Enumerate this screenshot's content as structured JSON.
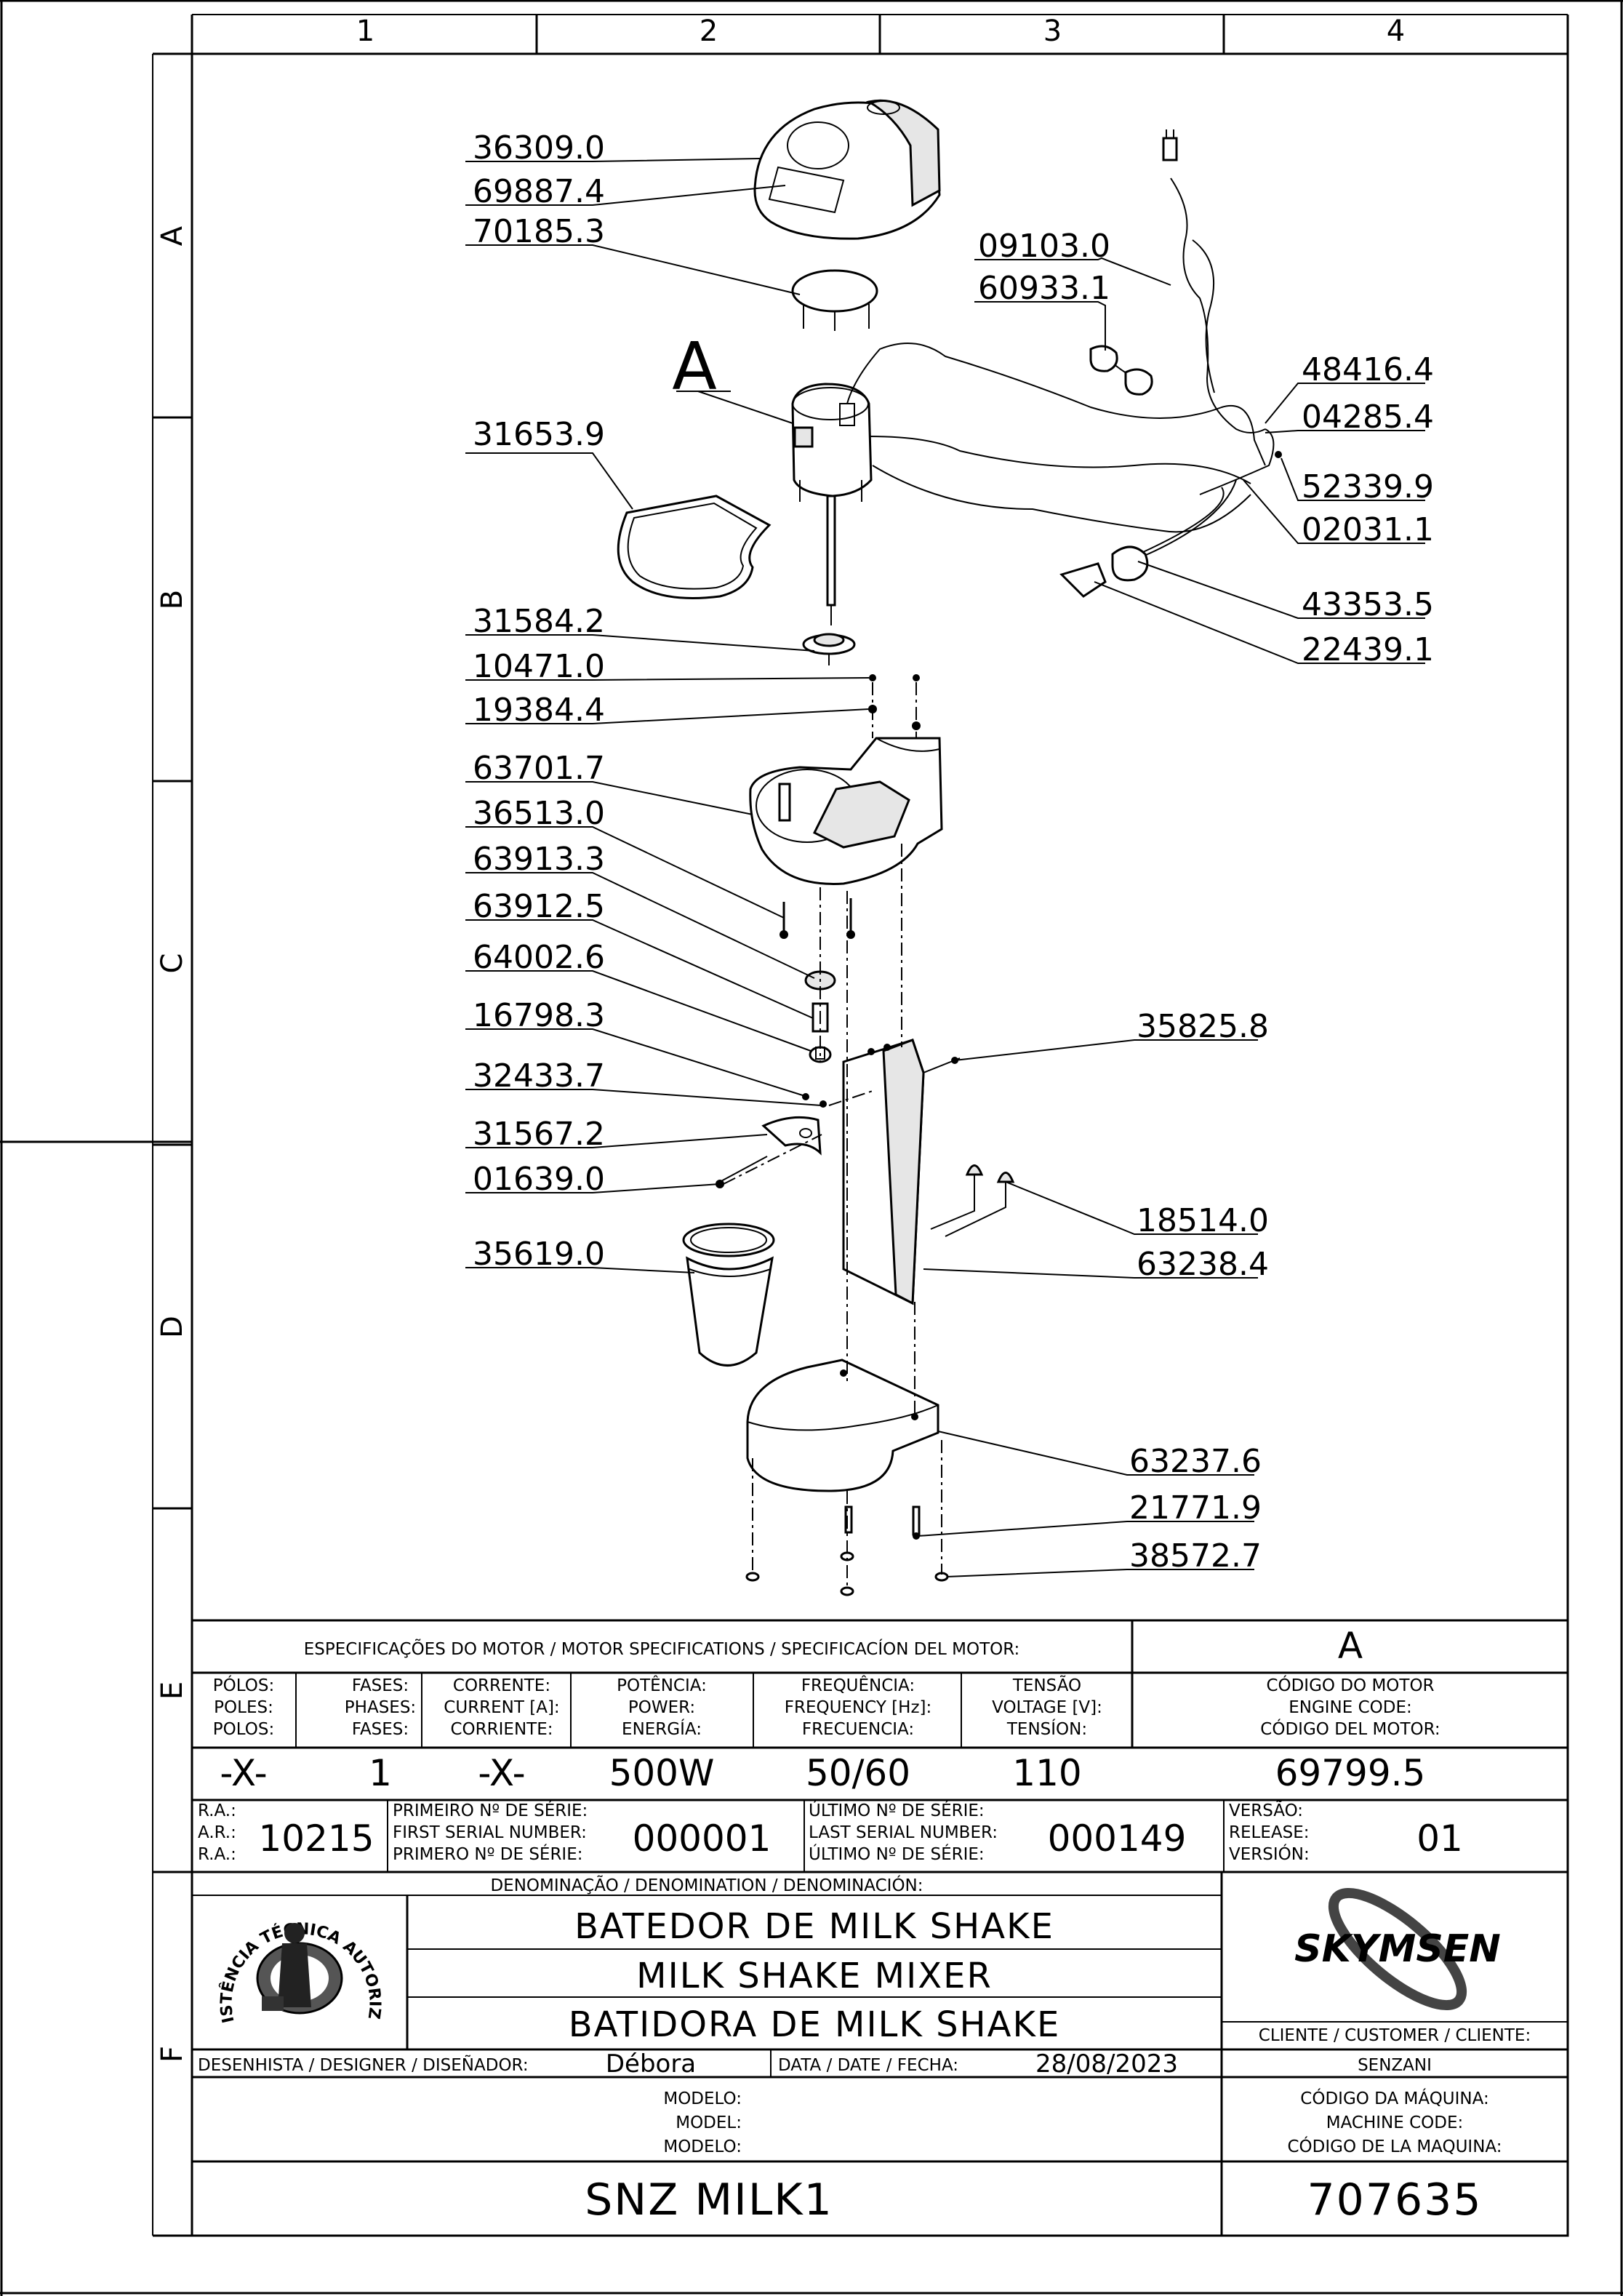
{
  "grid": {
    "columns": [
      "1",
      "2",
      "3",
      "4"
    ],
    "rows": [
      "A",
      "B",
      "C",
      "D",
      "E",
      "F"
    ]
  },
  "detail_label": "A",
  "part_numbers": {
    "cover": "36309.0",
    "cover_window": "69887.4",
    "cap": "70185.3",
    "power_cord": "09103.0",
    "connector": "60933.1",
    "w1": "48416.4",
    "w2": "04285.4",
    "w3": "52339.9",
    "w4": "02031.1",
    "strain_relief": "43353.5",
    "grommet": "22439.1",
    "base_plate_gasket": "31653.9",
    "agitator_disc": "31584.2",
    "washer1": "10471.0",
    "washer2": "19384.4",
    "head_housing": "63701.7",
    "screw_housing": "36513.0",
    "spring": "63913.3",
    "bushing": "63912.5",
    "switch_actuator": "64002.6",
    "nut_actuator": "16798.3",
    "screw_small": "32433.7",
    "cup_holder": "31567.2",
    "screw_holder": "01639.0",
    "cup": "35619.0",
    "column_screw": "35825.8",
    "foot_caps": "18514.0",
    "column": "63238.4",
    "base": "63237.6",
    "base_screw": "21771.9",
    "base_foot": "38572.7"
  },
  "specs": {
    "header": "ESPECIFICAÇÕES DO MOTOR / MOTOR SPECIFICATIONS / SPECIFICACÍON DEL MOTOR:",
    "ref_letter": "A",
    "columns": [
      {
        "l1": "PÓLOS:",
        "l2": "POLES:",
        "l3": "POLOS:",
        "value": "-X-"
      },
      {
        "l1": "FASES:",
        "l2": "PHASES:",
        "l3": "FASES:",
        "value": "1"
      },
      {
        "l1": "CORRENTE:",
        "l2": "CURRENT [A]:",
        "l3": "CORRIENTE:",
        "value": "-X-"
      },
      {
        "l1": "POTÊNCIA:",
        "l2": "POWER:",
        "l3": "ENERGÍA:",
        "value": "500W"
      },
      {
        "l1": "FREQUÊNCIA:",
        "l2": "FREQUENCY [Hz]:",
        "l3": "FRECUENCIA:",
        "value": "50/60"
      },
      {
        "l1": "TENSÃO",
        "l2": "VOLTAGE [V]:",
        "l3": "TENSÍON:",
        "value": "110"
      },
      {
        "l1": "CÓDIGO DO MOTOR",
        "l2": "ENGINE CODE:",
        "l3": "CÓDIGO DEL MOTOR:",
        "value": "69799.5"
      }
    ]
  },
  "serials": {
    "ra_labels": [
      "R.A.:",
      "A.R.:",
      "R.A.:"
    ],
    "ra_value": "10215",
    "first_labels": [
      "PRIMEIRO Nº DE SÉRIE:",
      "FIRST SERIAL NUMBER:",
      "PRIMERO Nº DE SÉRIE:"
    ],
    "first_value": "000001",
    "last_labels": [
      "ÚLTIMO Nº DE SÉRIE:",
      "LAST SERIAL NUMBER:",
      "ÚLTIMO Nº DE SÉRIE:"
    ],
    "last_value": "000149",
    "version_labels": [
      "VERSÃO:",
      "RELEASE:",
      "VERSIÓN:"
    ],
    "version_value": "01"
  },
  "denomination": {
    "header": "DENOMINAÇÃO / DENOMINATION / DENOMINACIÓN:",
    "pt": "BATEDOR DE MILK SHAKE",
    "en": "MILK SHAKE MIXER",
    "es": "BATIDORA DE MILK SHAKE"
  },
  "seal": {
    "text": "ASSISTÊNCIA TÉCNICA AUTORIZADA"
  },
  "brand": "SKYMSEN",
  "designer": {
    "label": "DESENHISTA / DESIGNER / DISEÑADOR:",
    "value": "Débora",
    "date_label": "DATA / DATE / FECHA:",
    "date_value": "28/08/2023"
  },
  "client": {
    "label": "CLIENTE / CUSTOMER / CLIENTE:",
    "value": "SENZANI"
  },
  "model": {
    "labels": [
      "MODELO:",
      "MODEL:",
      "MODELO:"
    ],
    "value": "SNZ MILK1"
  },
  "machine_code": {
    "labels": [
      "CÓDIGO DA MÁQUINA:",
      "MACHINE CODE:",
      "CÓDIGO DE LA MAQUINA:"
    ],
    "value": "707635"
  }
}
